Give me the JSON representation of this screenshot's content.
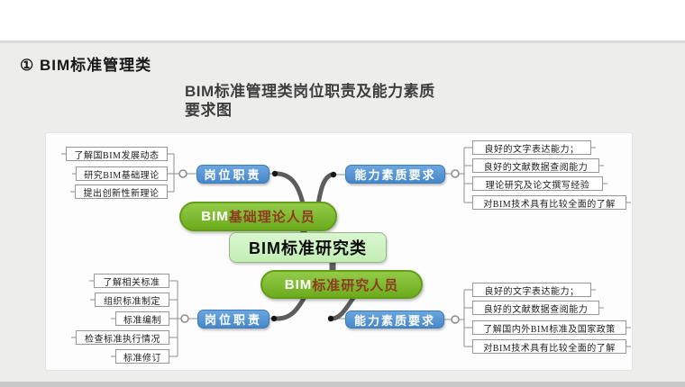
{
  "page": {
    "title": "① BIM标准管理类",
    "subtitle_line1": "BIM标准管理类岗位职责及能力素质",
    "subtitle_line2": "要求图"
  },
  "diagram": {
    "root": {
      "label": "BIM标准研究类"
    },
    "top_branch": {
      "pill": {
        "prefix": "BIM",
        "suffix": "基础理论人员"
      },
      "duty": {
        "label": "岗位职责",
        "leaves": [
          "了解国BIM发展动态",
          "研究BIM基础理论",
          "提出创新性新理论"
        ]
      },
      "ability": {
        "label": "能力素质要求",
        "leaves": [
          "良好的文字表达能力；",
          "良好的文献数据查阅能力",
          "理论研究及论文撰写经验",
          "对BIM技术具有比较全面的了解"
        ]
      }
    },
    "bottom_branch": {
      "pill": {
        "prefix": "BIM",
        "suffix": "标准研究人员"
      },
      "duty": {
        "label": "岗位职责",
        "leaves": [
          "了解相关标准",
          "组织标准制定",
          "标准编制",
          "检查标准执行情况",
          "标准修订"
        ]
      },
      "ability": {
        "label": "能力素质要求",
        "leaves": [
          "良好的文字表达能力；",
          "良好的文献数据查阅能力",
          "了解国内外BIM标准及国家政策",
          "对BIM技术具有比较全面的了解"
        ]
      }
    },
    "colors": {
      "branch_blue": "#4e93d4",
      "pill_green": "#76b424",
      "root_green": "#cdf2c2",
      "pill_text_red": "#8e3b22",
      "connector_dark": "#5d5d5d",
      "connector_thin": "#909090"
    }
  }
}
